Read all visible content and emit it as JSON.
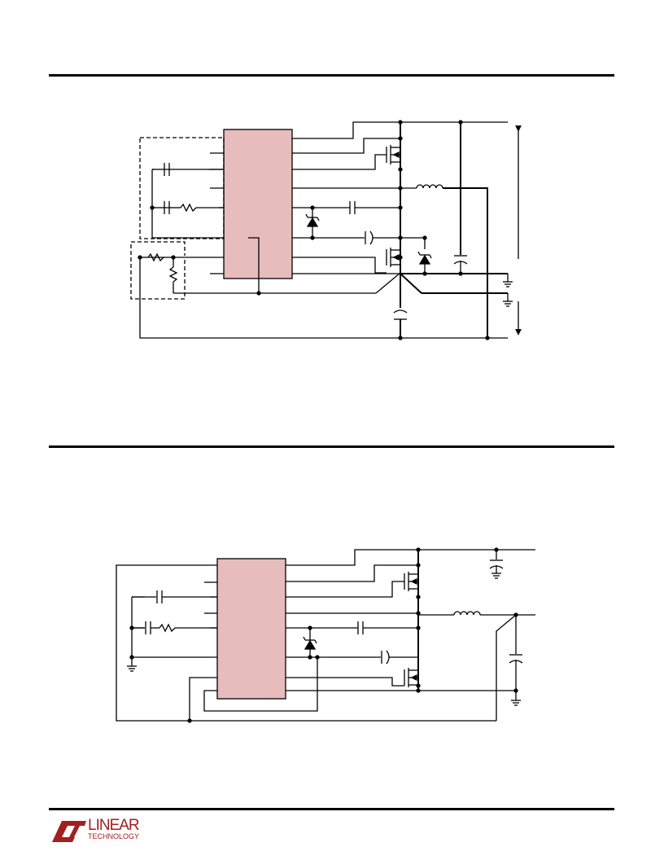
{
  "page": {
    "footer_logo": {
      "word_top": "LINEAR",
      "word_bottom": "TECHNOLOGY",
      "mark_icon": "lt-logo-icon",
      "color": "#a3201f"
    }
  },
  "colors": {
    "ic_fill": "#e6bcbc",
    "wire": "#000000",
    "rule": "#000000"
  },
  "diagrams": [
    {
      "name": "top-schematic",
      "components": [
        "controller-ic",
        "top-mosfet",
        "bottom-mosfet",
        "inductor",
        "schottky-diode",
        "output-capacitor",
        "input-capacitor",
        "boost-capacitor",
        "compensation-network",
        "sense-resistor-divider",
        "ground-symbol"
      ]
    },
    {
      "name": "bottom-schematic",
      "components": [
        "controller-ic",
        "top-mosfet",
        "bottom-mosfet",
        "inductor",
        "boost-diode",
        "input-capacitor",
        "output-capacitor",
        "ground-symbol"
      ]
    }
  ]
}
